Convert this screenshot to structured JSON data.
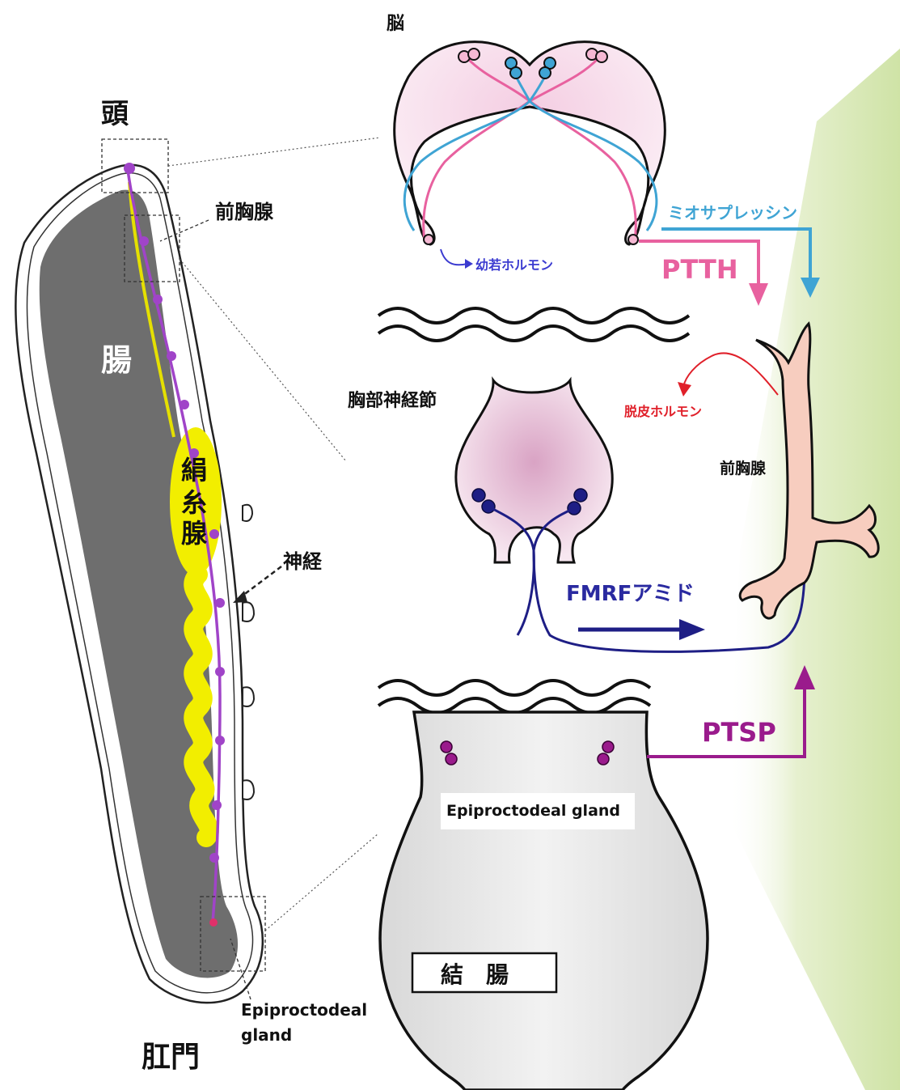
{
  "labels": {
    "brain": "脳",
    "head": "頭",
    "prothoracic_gland_left": "前胸腺",
    "gut": "腸",
    "silk_gland_1": "絹",
    "silk_gland_2": "糸",
    "silk_gland_3": "腺",
    "nerve": "神経",
    "epiproctodeal_left_1": "Epiproctodeal",
    "epiproctodeal_left_2": "gland",
    "anus": "肛門",
    "myosuppressin": "ミオサプレッシン",
    "ptth": "PTTH",
    "juvenile_hormone": "幼若ホルモン",
    "thoracic_ganglion": "胸部神経節",
    "molting_hormone": "脱皮ホルモン",
    "prothoracic_gland_right": "前胸腺",
    "fmrfamide": "FMRFアミド",
    "ptsp": "PTSP",
    "epiproctodeal_right": "Epiproctodeal gland",
    "colon": "結　腸"
  },
  "colors": {
    "ptth": "#e8619f",
    "myosuppressin": "#3fa4d4",
    "fmrfamide": "#1e1e85",
    "ptsp": "#9a1b8c",
    "molting_hormone": "#e0202a",
    "juvenile_hormone": "#3b3bd0",
    "silk_gland": "#f2ee00",
    "gut": "#6e6e6e",
    "nerve": "#a044c8",
    "gland_fill": "#f7cdbf",
    "background_wedge": "#d7e8b4"
  }
}
